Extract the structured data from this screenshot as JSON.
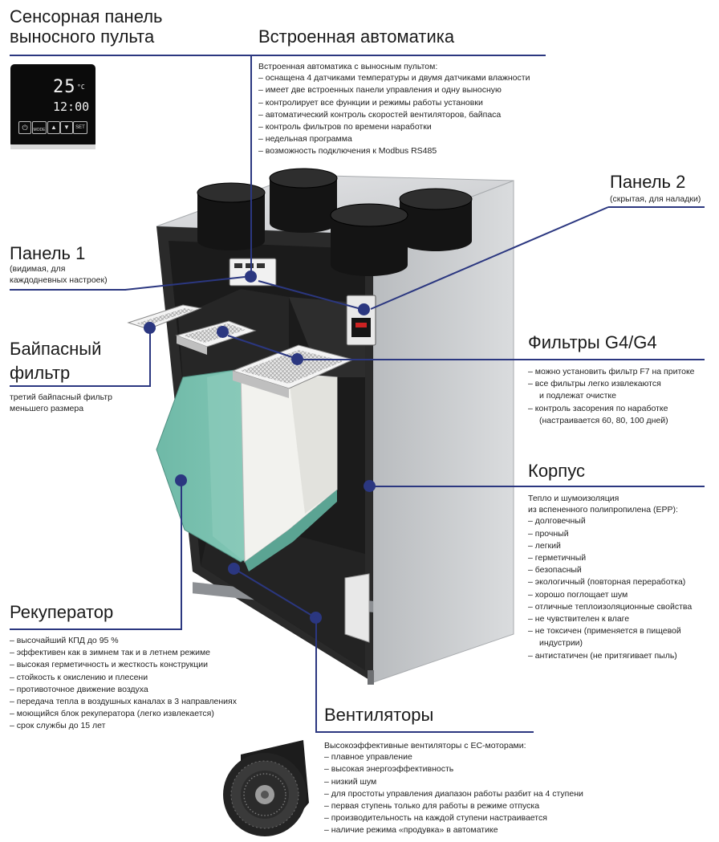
{
  "remote_panel": {
    "title_line1": "Сенсорная панель",
    "title_line2": "выносного пульта",
    "screen": {
      "temp": "25",
      "unit": "°C",
      "time": "12:00",
      "mode_label": "MODE",
      "set_label": "SET"
    }
  },
  "automation": {
    "title": "Встроенная автоматика",
    "intro": "Встроенная автоматика с выносным пультом:",
    "items": [
      "оснащена 4 датчиками температуры и двумя датчиками влажности",
      "имеет две встроенных панели управления и одну выносную",
      "контролирует все функции и режимы работы установки",
      "автоматический контроль скоростей вентиляторов, байпаса",
      "контроль фильтров по времени наработки",
      "недельная программа",
      "возможность подключения к Modbus RS485"
    ]
  },
  "panel2": {
    "title": "Панель 2",
    "subtitle": "(скрытая, для наладки)"
  },
  "panel1": {
    "title": "Панель 1",
    "subtitle_line1": "(видимая, для",
    "subtitle_line2": "каждодневных настроек)"
  },
  "bypass": {
    "title_line1": "Байпасный",
    "title_line2": "фильтр",
    "desc_line1": "третий байпасный фильтр",
    "desc_line2": "меньшего размера"
  },
  "filters": {
    "title": "Фильтры G4/G4",
    "items": [
      "можно установить фильтр F7 на притоке",
      "все фильтры легко извлекаются"
    ],
    "item2_cont": "и подлежат очистке",
    "item3": "контроль засорения по наработке",
    "item3_cont": "(настраивается 60, 80, 100 дней)"
  },
  "body_case": {
    "title": "Корпус",
    "intro_line1": "Тепло и шумоизоляция",
    "intro_line2": "из вспененного полипропилена (EPP):",
    "items": [
      "долговечный",
      "прочный",
      "легкий",
      "герметичный",
      "безопасный",
      "экологичный (повторная переработка)",
      "хорошо поглощает шум",
      "отличные теплоизоляционные свойства",
      "не чувствителен к влаге",
      "не токсичен (применяется в пищевой"
    ],
    "item_cont": "индустрии)",
    "last_item": "антистатичен (не притягивает пыль)"
  },
  "recuperator": {
    "title": "Рекуператор",
    "items": [
      "высочайший КПД до 95 %",
      "эффективен как в зимнем так и в летнем режиме",
      "высокая герметичность и жесткость конструкции",
      "стойкость к окислению и плесени",
      "противоточное движение воздуха",
      "передача тепла в воздушных каналах в 3 направлениях",
      "моющийся блок рекуператора (легко извлекается)",
      "срок службы до 15 лет"
    ]
  },
  "fans": {
    "title": "Вентиляторы",
    "intro": "Высокоэффективные вентиляторы с ЕС-моторами:",
    "items": [
      "плавное управление",
      "высокая энергоэффективность",
      "низкий шум",
      "для простоты управления диапазон работы разбит на 4 ступени",
      "первая ступень только для работы в режиме отпуска",
      "производительность на каждой ступени настраивается",
      "наличие режима «продувка» в автоматике"
    ]
  },
  "colors": {
    "accent": "#2b3780",
    "heat_exchanger": "#7cc4b2",
    "housing": "#c9cbce"
  }
}
